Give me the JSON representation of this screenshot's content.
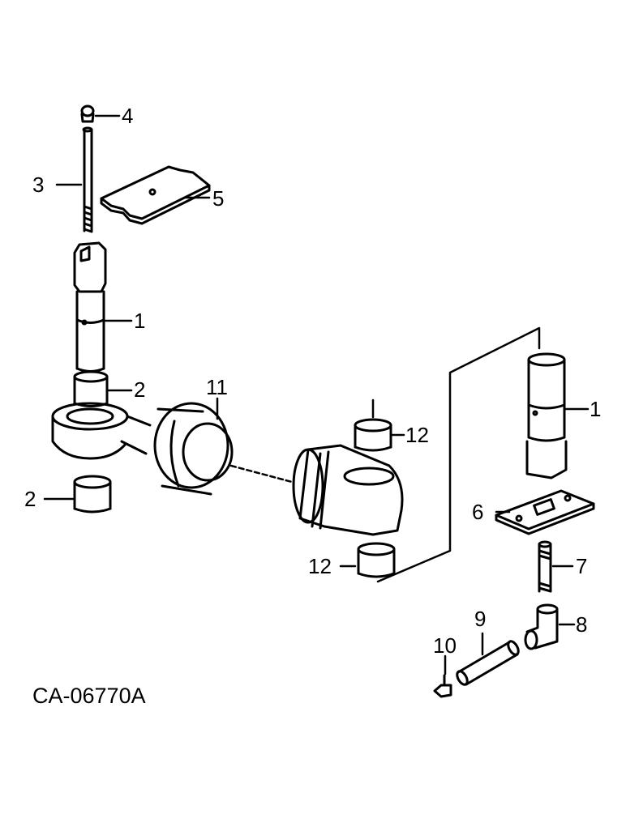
{
  "diagram": {
    "figure_code": "CA-06770A",
    "callouts": {
      "pin_upper": "1",
      "bushing_upper": "2",
      "bushing_lower": "2",
      "stud": "3",
      "nut": "4",
      "plate_upper": "5",
      "plate_lower": "6",
      "nipple_short": "7",
      "elbow": "8",
      "nipple_long": "9",
      "grease_fitting": "10",
      "arm": "11",
      "bushing_right_upper": "12",
      "bushing_right_lower": "12",
      "pin_right": "1"
    }
  }
}
